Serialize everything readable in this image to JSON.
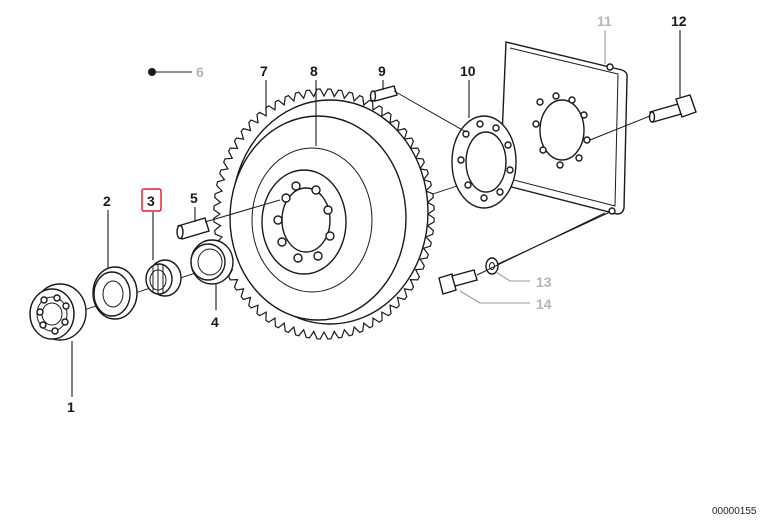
{
  "diagram": {
    "reference_number": "00000155",
    "highlight_color": "#e8202a",
    "callouts": [
      {
        "id": "1",
        "label": "1",
        "state": "normal"
      },
      {
        "id": "2",
        "label": "2",
        "state": "normal"
      },
      {
        "id": "3",
        "label": "3",
        "state": "selected"
      },
      {
        "id": "4",
        "label": "4",
        "state": "normal"
      },
      {
        "id": "5",
        "label": "5",
        "state": "normal"
      },
      {
        "id": "6",
        "label": "6",
        "state": "dimmed"
      },
      {
        "id": "7",
        "label": "7",
        "state": "normal"
      },
      {
        "id": "8",
        "label": "8",
        "state": "normal"
      },
      {
        "id": "9",
        "label": "9",
        "state": "normal"
      },
      {
        "id": "10",
        "label": "10",
        "state": "normal"
      },
      {
        "id": "11",
        "label": "11",
        "state": "dimmed"
      },
      {
        "id": "12",
        "label": "12",
        "state": "normal"
      },
      {
        "id": "13",
        "label": "13",
        "state": "dimmed"
      },
      {
        "id": "14",
        "label": "14",
        "state": "dimmed"
      }
    ]
  }
}
